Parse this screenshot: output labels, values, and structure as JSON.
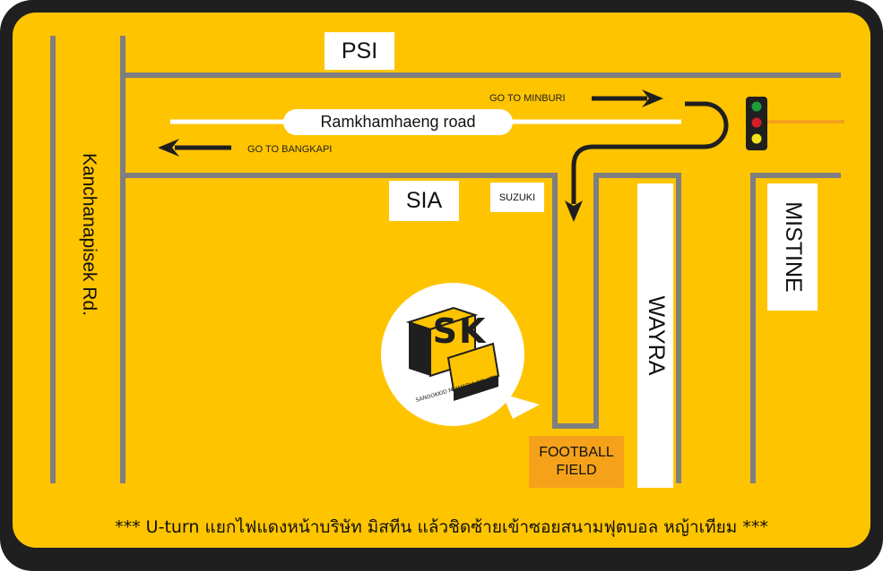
{
  "colors": {
    "background": "#ffc400",
    "frame": "#1f1f1f",
    "road": "#7f7f7f",
    "accent_orange": "#f5a21a",
    "light_red": "#d21f26",
    "light_green": "#1f9a3a",
    "light_yellow": "#f3e21a"
  },
  "roads": {
    "main": "Ramkhamhaeng road",
    "side": "Kanchanapisek Rd."
  },
  "directions": {
    "minburi": "GO TO MINBURI",
    "bangkapi": "GO TO BANGKAPI"
  },
  "landmarks": {
    "psi": "PSI",
    "sia": "SIA",
    "suzuki": "SUZUKI",
    "mistine": "MISTINE",
    "wayra": "WAYRA",
    "football_line1": "FOOTBALL",
    "football_line2": "FIELD"
  },
  "logo": {
    "letters": "SK",
    "caption": "SANOOKKID MIXMEDIA CO.,LTD."
  },
  "note": "*** U-turn แยกไฟแดงหน้าบริษัท มิสทีน แล้วชิดซ้ายเข้าซอยสนามฟุตบอล หญ้าเทียม ***",
  "icons": [
    "traffic-light-icon",
    "arrow-right-icon",
    "arrow-left-icon",
    "u-turn-arrow-icon"
  ]
}
